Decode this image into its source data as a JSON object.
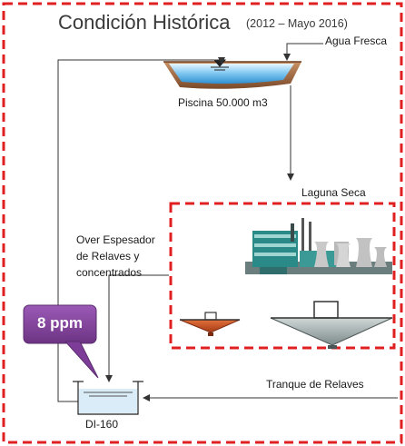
{
  "title": {
    "main": "Condición Histórica",
    "sub": "(2012 – Mayo 2016)"
  },
  "labels": {
    "agua_fresca": "Agua Fresca",
    "piscina": "Piscina 50.000 m3",
    "laguna_seca": "Laguna Seca",
    "over_espesador": [
      "Over Espesador",
      "de Relaves y",
      "concentrados"
    ],
    "tranque": "Tranque de Relaves",
    "di": "DI-160"
  },
  "callout": {
    "text": "8 ppm",
    "color": "#7d3c98"
  },
  "colors": {
    "dashed_border": "#e02020",
    "water": "#5fb3e6",
    "basin_earth": "#a8704a",
    "flow_lines": "#333333"
  }
}
